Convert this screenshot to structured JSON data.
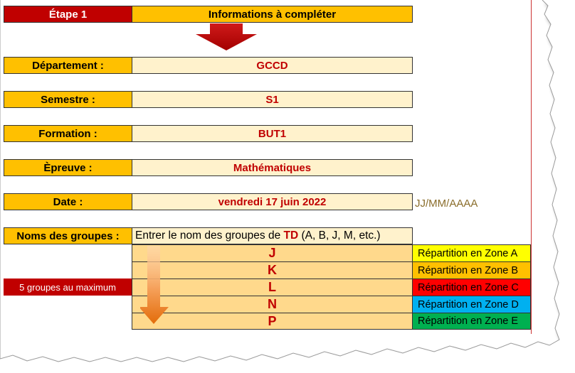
{
  "header": {
    "etape_label": "Étape 1",
    "info_label": "Informations à compléter"
  },
  "fields": [
    {
      "label": "Département :",
      "value": "GCCD"
    },
    {
      "label": "Semestre :",
      "value": "S1"
    },
    {
      "label": "Formation :",
      "value": "BUT1"
    },
    {
      "label": "Èpreuve :",
      "value": "Mathématiques"
    },
    {
      "label": "Date :",
      "value": "vendredi 17 juin 2022"
    }
  ],
  "date_hint": "JJ/MM/AAAA",
  "groups": {
    "label": "Noms des groupes :",
    "instruction_prefix": "Entrer le nom des groupes de ",
    "instruction_highlight": "TD",
    "instruction_suffix": " (A, B, J, M, etc.)",
    "max_note": "5 groupes au maximum",
    "items": [
      {
        "name": "J",
        "zone": "Répartition en Zone A",
        "zone_color": "#ffff00"
      },
      {
        "name": "K",
        "zone": "Répartition en Zone B",
        "zone_color": "#ffc000"
      },
      {
        "name": "L",
        "zone": "Répartition en Zone C",
        "zone_color": "#ff0000"
      },
      {
        "name": "N",
        "zone": "Répartition en Zone D",
        "zone_color": "#00b0f0"
      },
      {
        "name": "P",
        "zone": "Répartition en Zone E",
        "zone_color": "#00b050"
      }
    ]
  },
  "colors": {
    "label_bg": "#ffc000",
    "value_bg": "#fff2cc",
    "accent_red": "#c00000"
  }
}
